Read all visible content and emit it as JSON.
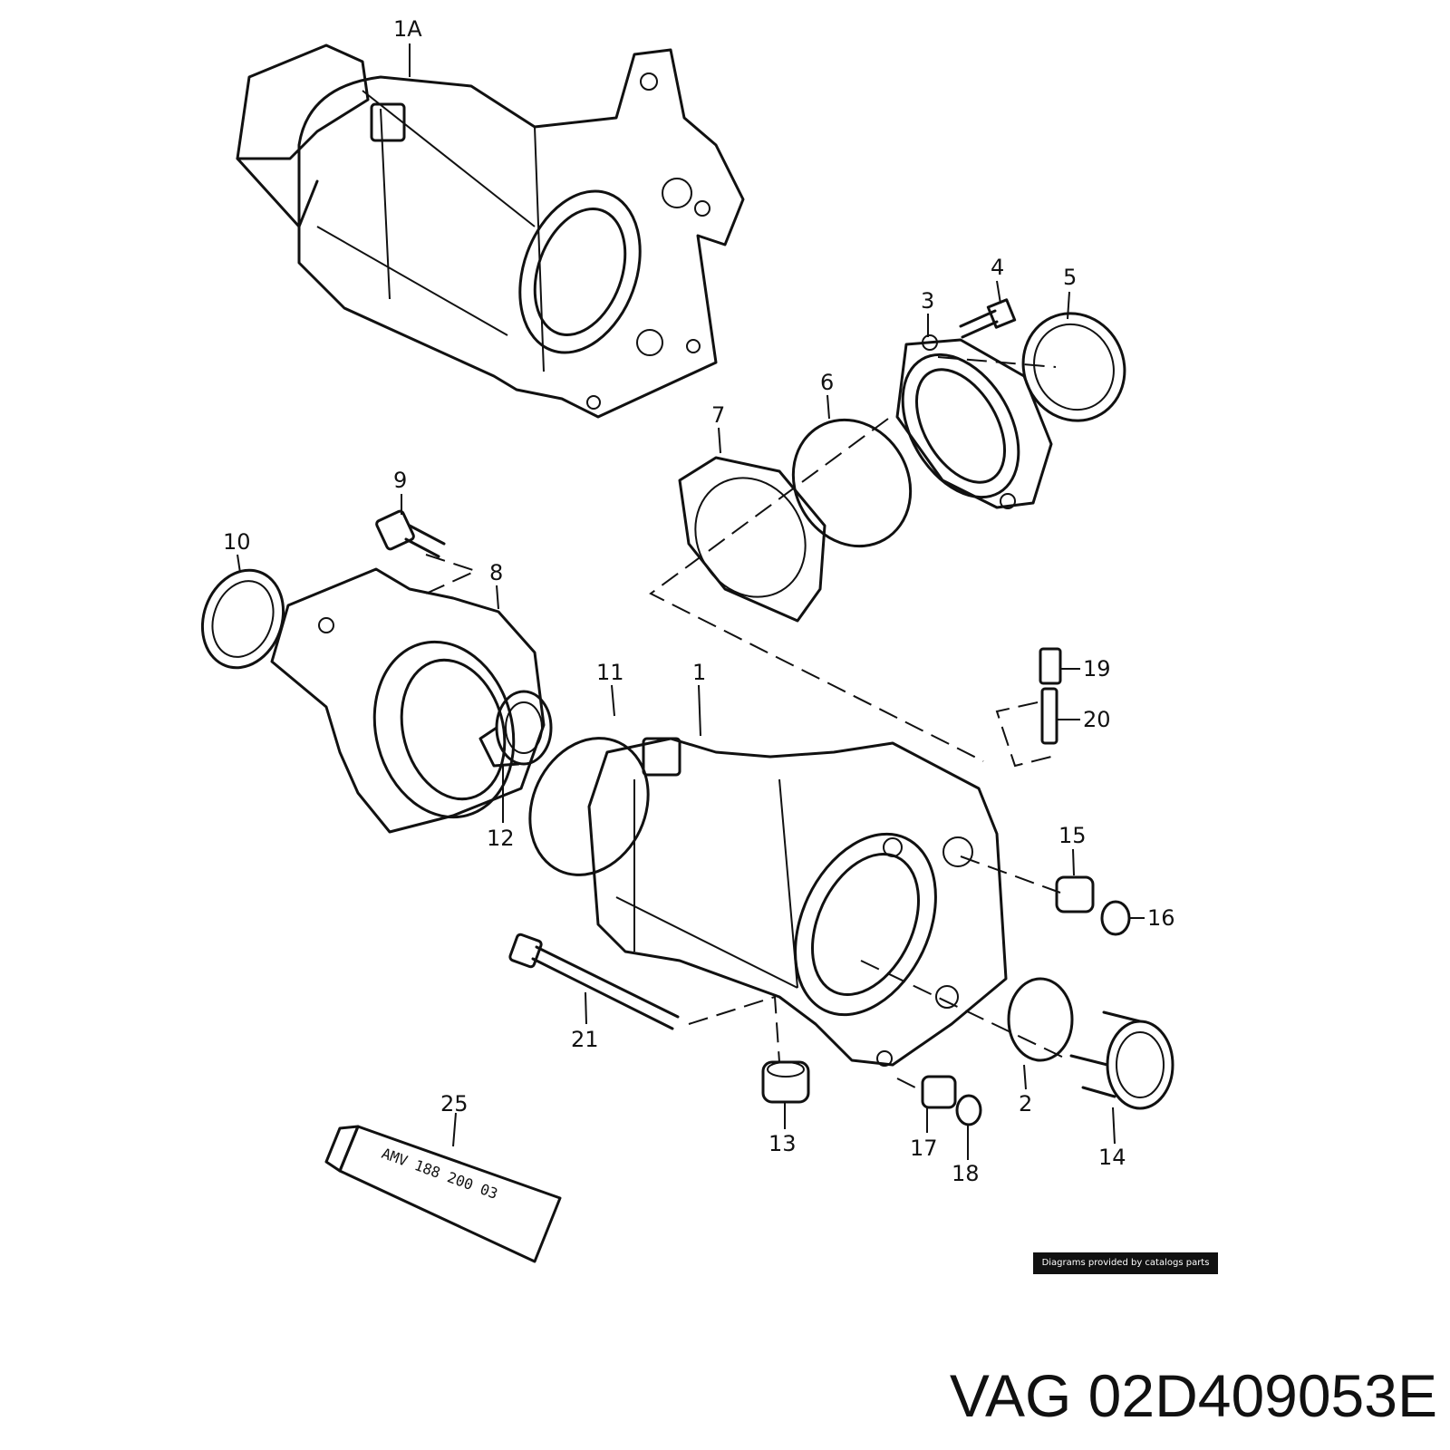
{
  "callouts": {
    "c1A": "1A",
    "c1": "1",
    "c2": "2",
    "c3": "3",
    "c4": "4",
    "c5": "5",
    "c6": "6",
    "c7": "7",
    "c8": "8",
    "c9": "9",
    "c10": "10",
    "c11": "11",
    "c12": "12",
    "c13": "13",
    "c14": "14",
    "c15": "15",
    "c16": "16",
    "c17": "17",
    "c18": "18",
    "c19": "19",
    "c20": "20",
    "c21": "21",
    "c25": "25"
  },
  "tube_label": "AMV 188 200 03",
  "credit": "Diagrams provided by catalogs parts",
  "part_number": "VAG 02D409053E"
}
